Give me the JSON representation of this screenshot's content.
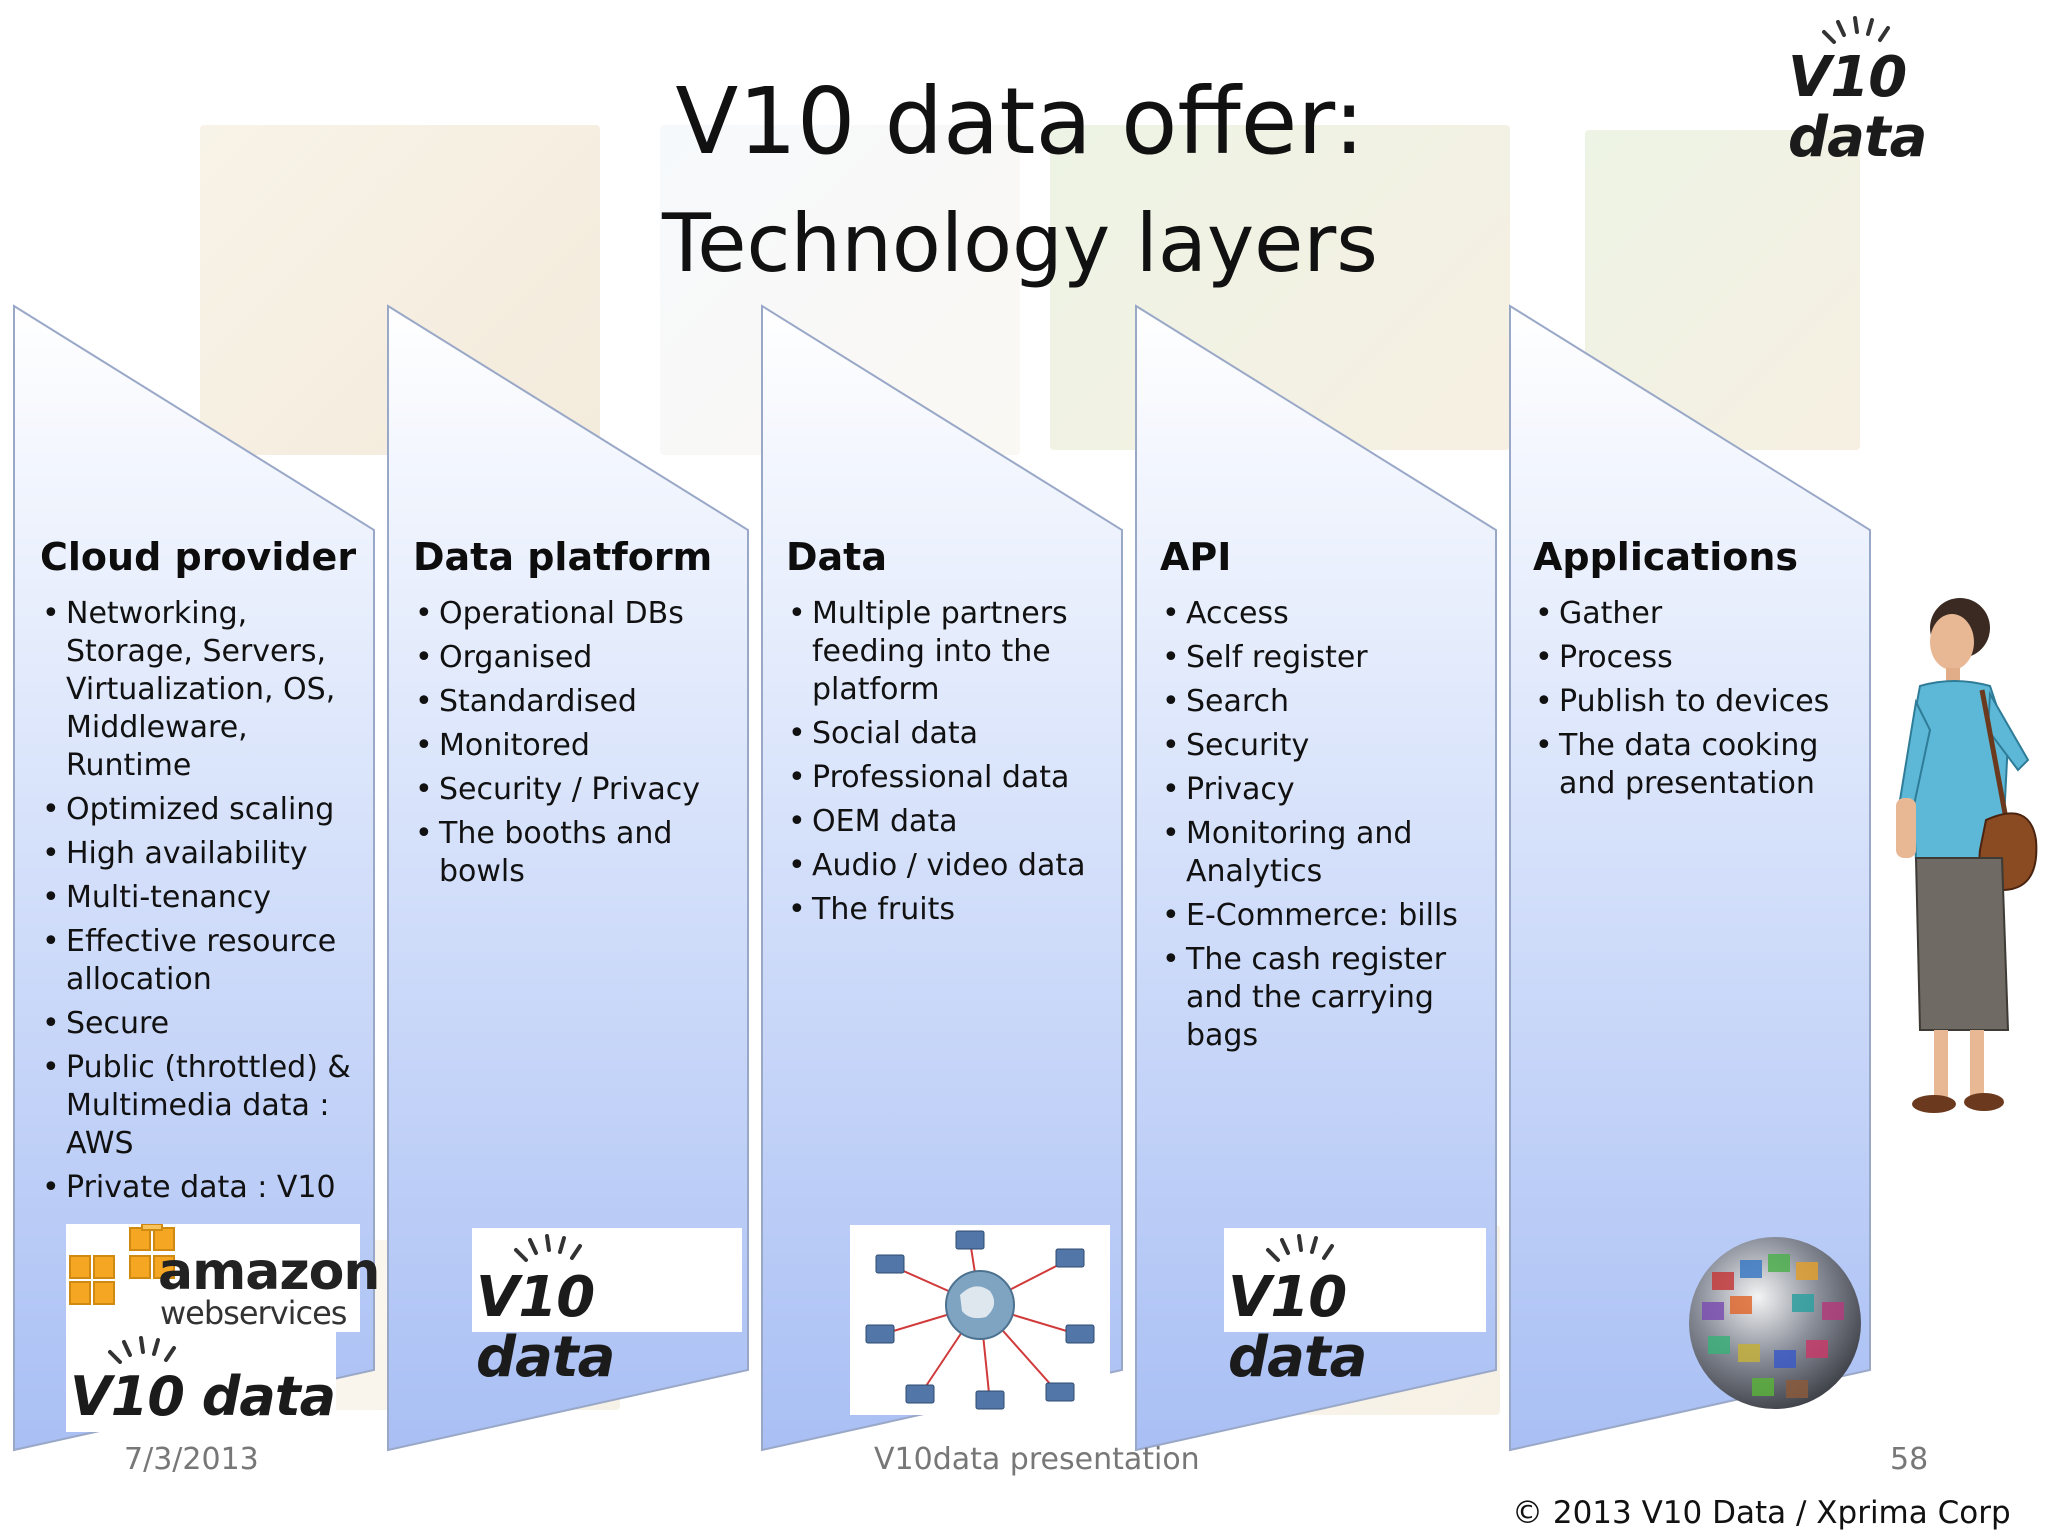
{
  "title": {
    "line1": "V10 data offer:",
    "line2": "Technology layers"
  },
  "brand": {
    "name": "V10 data",
    "aws_word": "amazon",
    "aws_sub": "webservices"
  },
  "columns": [
    {
      "heading": "Cloud provider",
      "items": [
        "Networking, Storage, Servers, Virtualization, OS, Middleware, Runtime",
        "Optimized scaling",
        "High availability",
        "Multi-tenancy",
        "Effective resource allocation",
        "Secure",
        "Public  (throttled) & Multimedia data : AWS",
        "Private data : V10"
      ]
    },
    {
      "heading": "Data platform",
      "items": [
        "Operational DBs",
        "Organised",
        "Standardised",
        "Monitored",
        "Security / Privacy",
        "The booths and bowls"
      ]
    },
    {
      "heading": "Data",
      "items": [
        "Multiple partners feeding into the platform",
        "Social data",
        "Professional data",
        "OEM data",
        "Audio / video data",
        "The fruits"
      ]
    },
    {
      "heading": "API",
      "items": [
        "Access",
        "Self register",
        "Search",
        "Security",
        "Privacy",
        "Monitoring and Analytics",
        "E-Commerce: bills",
        "The cash register and the carrying bags"
      ]
    },
    {
      "heading": "Applications",
      "items": [
        "Gather",
        "Process",
        "Publish to devices",
        "The data cooking and presentation"
      ]
    }
  ],
  "footer": {
    "date": "7/3/2013",
    "center": "V10data presentation",
    "page": "58",
    "copyright": "© 2013 V10 Data / Xprima Corp"
  },
  "colors": {
    "chevron_top": "#ffffff",
    "chevron_bottom": "#a9bff4",
    "chevron_edge": "#9aa8c8"
  },
  "icons": {
    "network": "network-globe-icon",
    "sphere": "image-sphere-icon",
    "woman": "shopper-woman-illustration"
  }
}
